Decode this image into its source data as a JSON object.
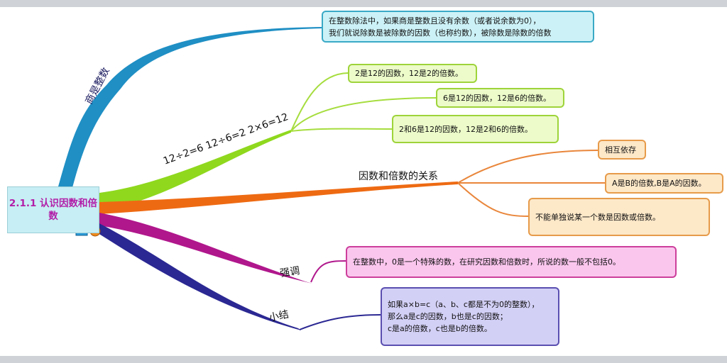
{
  "center": {
    "title": "2.1.1 认识因数和倍数"
  },
  "branches": {
    "quotient": {
      "label": "商是整数",
      "color": "#1f8fc4",
      "note": [
        "在整数除法中，如果商是整数且没有余数（或者说余数为0），",
        "我们就说除数是被除数的因数（也称约数），被除数是除数的倍数"
      ]
    },
    "example": {
      "label": "12÷2=6 12÷6=2 2×6=12",
      "color": "#8fd81e",
      "items": [
        "2是12的因数，12是2的倍数。",
        "6是12的因数，12是6的倍数。",
        "2和6是12的因数，12是2和6的倍数。"
      ]
    },
    "relation": {
      "label": "因数和倍数的关系",
      "color": "#ee6a12",
      "items": [
        "相互依存",
        "A是B的倍数,B是A的因数。",
        "不能单独说某一个数是因数或倍数。"
      ]
    },
    "emphasis": {
      "label": "强调",
      "color": "#b0178c",
      "note": "在整数中，0是一个特殊的数，在研究因数和倍数时，所说的数一般不包括0。"
    },
    "summary": {
      "label": "小结",
      "color": "#2b2893",
      "note": [
        "如果a×b=c（a、b、c都是不为0的整数），",
        "那么a是c的因数，b也是c的因数；",
        "c是a的倍数，c也是b的倍数。"
      ]
    }
  }
}
